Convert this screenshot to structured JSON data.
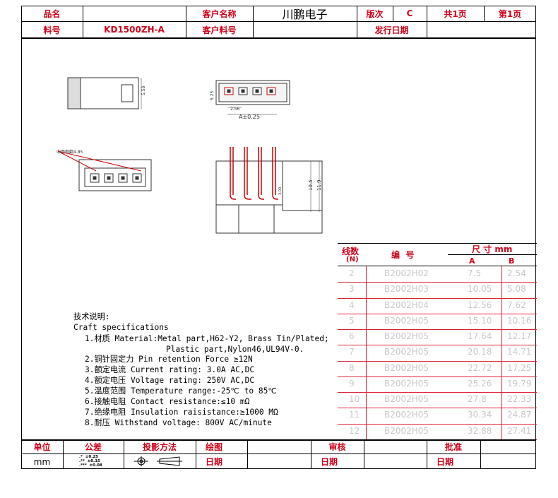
{
  "header": {
    "product_name_label": "品名",
    "customer_name_label": "客户名称",
    "customer_name": "川鹏电子",
    "version_label": "版次",
    "version": "C",
    "total_pages": "共1页",
    "page": "第1页",
    "part_no_label": "料号",
    "part_no": "KD1500ZH-A",
    "customer_part_label": "客户料号",
    "issue_date_label": "发行日期"
  },
  "drawing": {
    "dim_558": "5.58",
    "dim_525": "5.25",
    "dim_256": "2.56",
    "dim_a": "A±0.25",
    "dim_485": "中两侧翻4.85",
    "dim_105": "10.5",
    "dim_119": "11.9",
    "dim_inner": "3.00"
  },
  "size_table": {
    "header_count": "线数",
    "header_count_sub": "(N)",
    "header_code": "编  号",
    "header_dim": "尺 寸 mm",
    "col_a": "A",
    "col_b": "B",
    "rows": [
      {
        "n": "2",
        "code": "B2002H02",
        "a": "7.5",
        "b": "2.54"
      },
      {
        "n": "3",
        "code": "B2002H03",
        "a": "10.05",
        "b": "5.08"
      },
      {
        "n": "4",
        "code": "B2002H04",
        "a": "12.56",
        "b": "7.62"
      },
      {
        "n": "5",
        "code": "B2002H05",
        "a": "15.10",
        "b": "10.16"
      },
      {
        "n": "6",
        "code": "B2002H05",
        "a": "17.64",
        "b": "12.17"
      },
      {
        "n": "7",
        "code": "B2002H05",
        "a": "20.18",
        "b": "14.71"
      },
      {
        "n": "8",
        "code": "B2002H05",
        "a": "22.72",
        "b": "17.25"
      },
      {
        "n": "9",
        "code": "B2002H05",
        "a": "25.26",
        "b": "19.79"
      },
      {
        "n": "10",
        "code": "B2002H05",
        "a": "27.8",
        "b": "22.33"
      },
      {
        "n": "11",
        "code": "B2002H05",
        "a": "30.34",
        "b": "24.87"
      },
      {
        "n": "12",
        "code": "B2002H05",
        "a": "32.88",
        "b": "27.41"
      }
    ]
  },
  "tech": {
    "title_cn": "技术说明:",
    "title_en": "Craft specifications",
    "l1": "1.材质 Material:Metal part,H62-Y2, Brass Tin/Plated;",
    "l1b": "Plastic part,Nylon46,UL94V-0.",
    "l2": "2.铜针固定力 Pin retention Force ≥12N",
    "l3": "3.额定电流 Current rating: 3.0A AC,DC",
    "l4": "4.额定电压 Voltage rating: 250V AC,DC",
    "l5": "5.温度范围 Temperature range:-25℃ to 85℃",
    "l6": "6.接触电阻 Contact resistance:≤10 mΩ",
    "l7": "7.绝缘电阻 Insulation raisistance:≥1000 MΩ",
    "l8": "8.耐压 Withstand voltage: 800V AC/minute"
  },
  "footer": {
    "unit_label": "单位",
    "tolerance_label": "公差",
    "projection_label": "投影方法",
    "drawing_label": "绘图",
    "review_label": "审核",
    "approve_label": "批准",
    "unit": "mm",
    "tol1": ".*  ±0.25",
    "tol2": ".**  ±0.15",
    "tol3": ".***  ±0.08",
    "date_label_1": "日期",
    "date_label_2": "日期",
    "date_label_3": "日期"
  }
}
